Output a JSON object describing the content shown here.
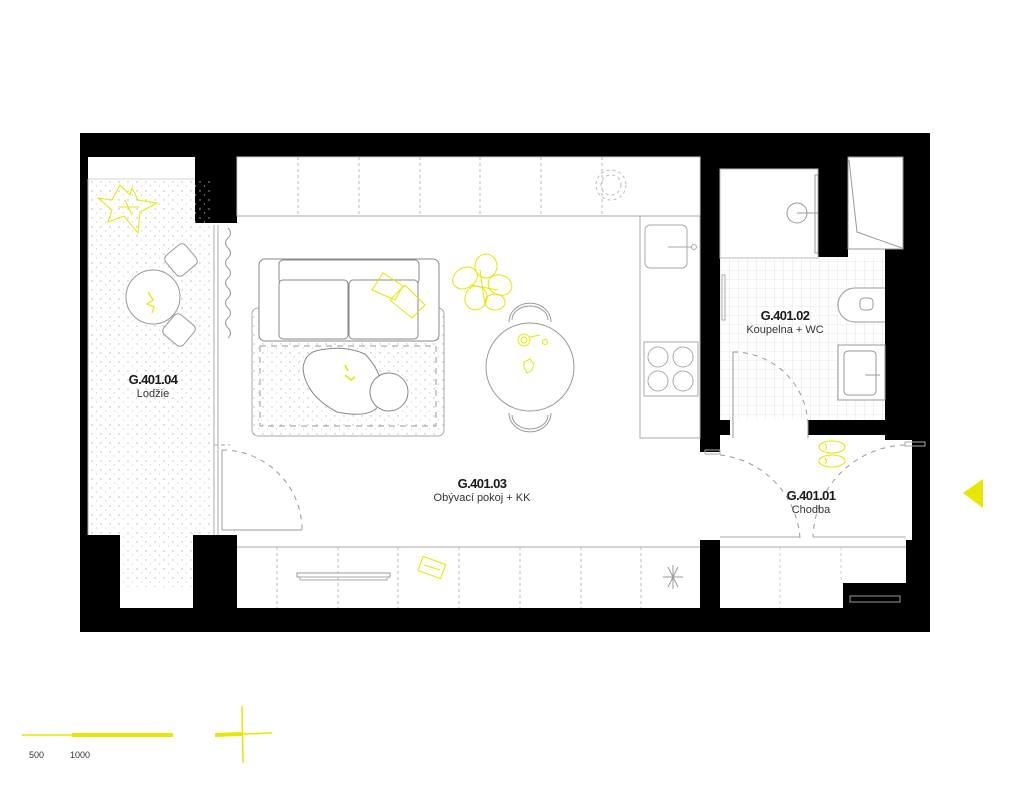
{
  "title": "Floor plan – apartment G.401",
  "rooms": [
    {
      "id": "loggia",
      "code": "G.401.04",
      "name": "Lodžie"
    },
    {
      "id": "living",
      "code": "G.401.03",
      "name": "Obývací pokoj + KK"
    },
    {
      "id": "bathroom",
      "code": "G.401.02",
      "name": "Koupelna + WC"
    },
    {
      "id": "hallway",
      "code": "G.401.01",
      "name": "Chodba"
    }
  ],
  "scale_bar": {
    "labels": [
      "500",
      "1000"
    ]
  },
  "entrance_marker": {
    "icon": "entrance-arrow-icon",
    "direction": "left"
  },
  "colors": {
    "wall": "#000000",
    "accent": "#e6e600",
    "line": "#9a9a9a",
    "background": "#ffffff"
  }
}
